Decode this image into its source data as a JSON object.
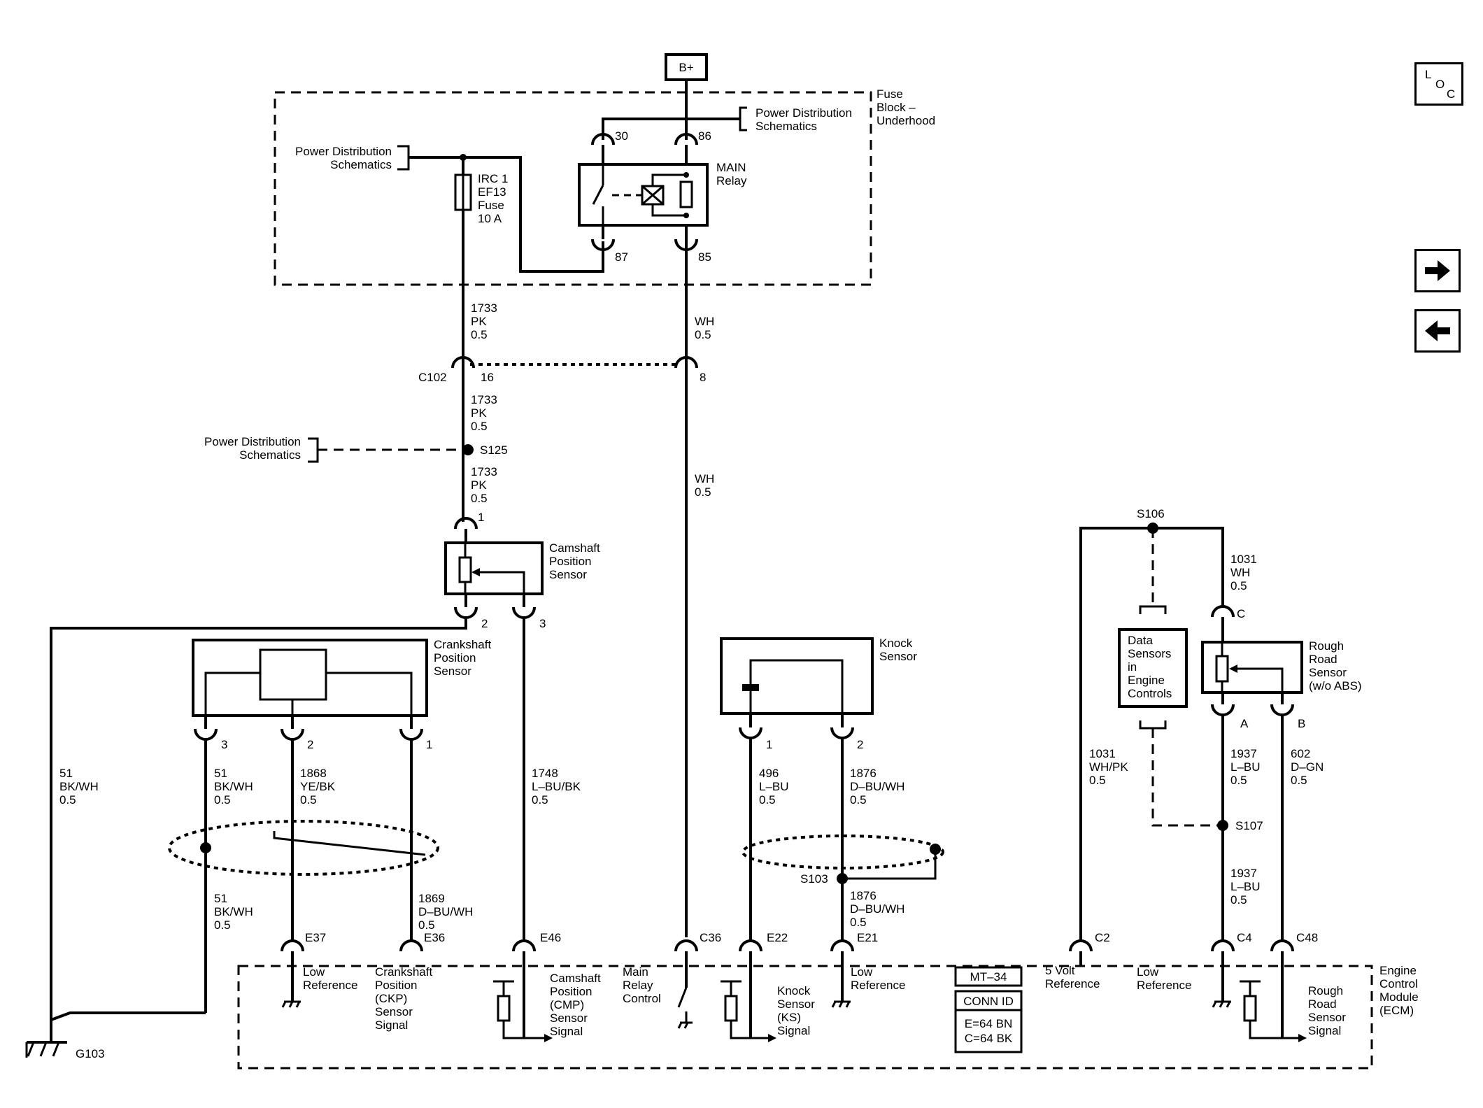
{
  "nav": {
    "loc": [
      "L",
      "O",
      "C"
    ],
    "next_icon": "arrow-right-icon",
    "prev_icon": "arrow-left-icon"
  },
  "power": {
    "bplus": "B+"
  },
  "fuse_block": {
    "label": [
      "Fuse",
      "Block –",
      "Underhood"
    ]
  },
  "pds": [
    "Power Distribution",
    "Schematics"
  ],
  "fuse": {
    "label": [
      "IRC 1",
      "EF13",
      "Fuse",
      "10 A"
    ]
  },
  "relay": {
    "label": [
      "MAIN",
      "Relay"
    ],
    "pins": [
      "30",
      "86",
      "87",
      "85"
    ]
  },
  "wires": {
    "pk_top": [
      "1733",
      "PK",
      "0.5"
    ],
    "pk_mid": [
      "1733",
      "PK",
      "0.5"
    ],
    "pk_low": [
      "1733",
      "PK",
      "0.5"
    ],
    "wh_top": [
      "WH",
      "0.5"
    ],
    "wh_mid": [
      "WH",
      "0.5"
    ],
    "bkwh_left": [
      "51",
      "BK/WH",
      "0.5"
    ],
    "bkwh_pin3": [
      "51",
      "BK/WH",
      "0.5"
    ],
    "bkwh_low": [
      "51",
      "BK/WH",
      "0.5"
    ],
    "yebk": [
      "1868",
      "YE/BK",
      "0.5"
    ],
    "lbubk": [
      "1748",
      "L–BU/BK",
      "0.5"
    ],
    "dbuwh_1869": [
      "1869",
      "D–BU/WH",
      "0.5"
    ],
    "lbu_496": [
      "496",
      "L–BU",
      "0.5"
    ],
    "dbuwh_1876a": [
      "1876",
      "D–BU/WH",
      "0.5"
    ],
    "dbuwh_1876b": [
      "1876",
      "D–BU/WH",
      "0.5"
    ],
    "whpk": [
      "1031",
      "WH/PK",
      "0.5"
    ],
    "wh_1031": [
      "1031",
      "WH",
      "0.5"
    ],
    "lbu_1937a": [
      "1937",
      "L–BU",
      "0.5"
    ],
    "lbu_1937b": [
      "1937",
      "L–BU",
      "0.5"
    ],
    "dgn": [
      "602",
      "D–GN",
      "0.5"
    ]
  },
  "connector": {
    "c102": "C102",
    "pin16": "16",
    "pin8": "8"
  },
  "splices": {
    "s125": "S125",
    "s103": "S103",
    "s106": "S106",
    "s107": "S107"
  },
  "camshaft": {
    "label": [
      "Camshaft",
      "Position",
      "Sensor"
    ],
    "pins": [
      "1",
      "2",
      "3"
    ]
  },
  "crankshaft": {
    "label": [
      "Crankshaft",
      "Position",
      "Sensor"
    ],
    "pins": [
      "3",
      "2",
      "1"
    ]
  },
  "knock": {
    "label": [
      "Knock",
      "Sensor"
    ],
    "pins": [
      "1",
      "2"
    ]
  },
  "data_sensors": {
    "label": [
      "Data",
      "Sensors",
      "in",
      "Engine",
      "Controls"
    ]
  },
  "rough_road": {
    "label": [
      "Rough",
      "Road",
      "Sensor",
      "(w/o ABS)"
    ],
    "pins": [
      "C",
      "A",
      "B"
    ]
  },
  "ground": {
    "g103": "G103"
  },
  "ecm": {
    "label": [
      "Engine",
      "Control",
      "Module",
      "(ECM)"
    ],
    "pins": [
      "E37",
      "E36",
      "E46",
      "C36",
      "E22",
      "E21",
      "C2",
      "C4",
      "C48"
    ],
    "low_ref_1": [
      "Low",
      "Reference"
    ],
    "ckp_signal": [
      "Crankshaft",
      "Position",
      "(CKP)",
      "Sensor",
      "Signal"
    ],
    "cmp_signal": [
      "Camshaft",
      "Position",
      "(CMP)",
      "Sensor",
      "Signal"
    ],
    "main_relay_control": [
      "Main",
      "Relay",
      "Control"
    ],
    "ks_signal": [
      "Knock",
      "Sensor",
      "(KS)",
      "Signal"
    ],
    "low_ref_2": [
      "Low",
      "Reference"
    ],
    "mt": "MT–34",
    "conn_id": [
      "CONN ID",
      "E=64 BN",
      "C=64 BK"
    ],
    "five_volt": [
      "5 Volt",
      "Reference"
    ],
    "low_ref_3": [
      "Low",
      "Reference"
    ],
    "rough_signal": [
      "Rough",
      "Road",
      "Sensor",
      "Signal"
    ]
  }
}
